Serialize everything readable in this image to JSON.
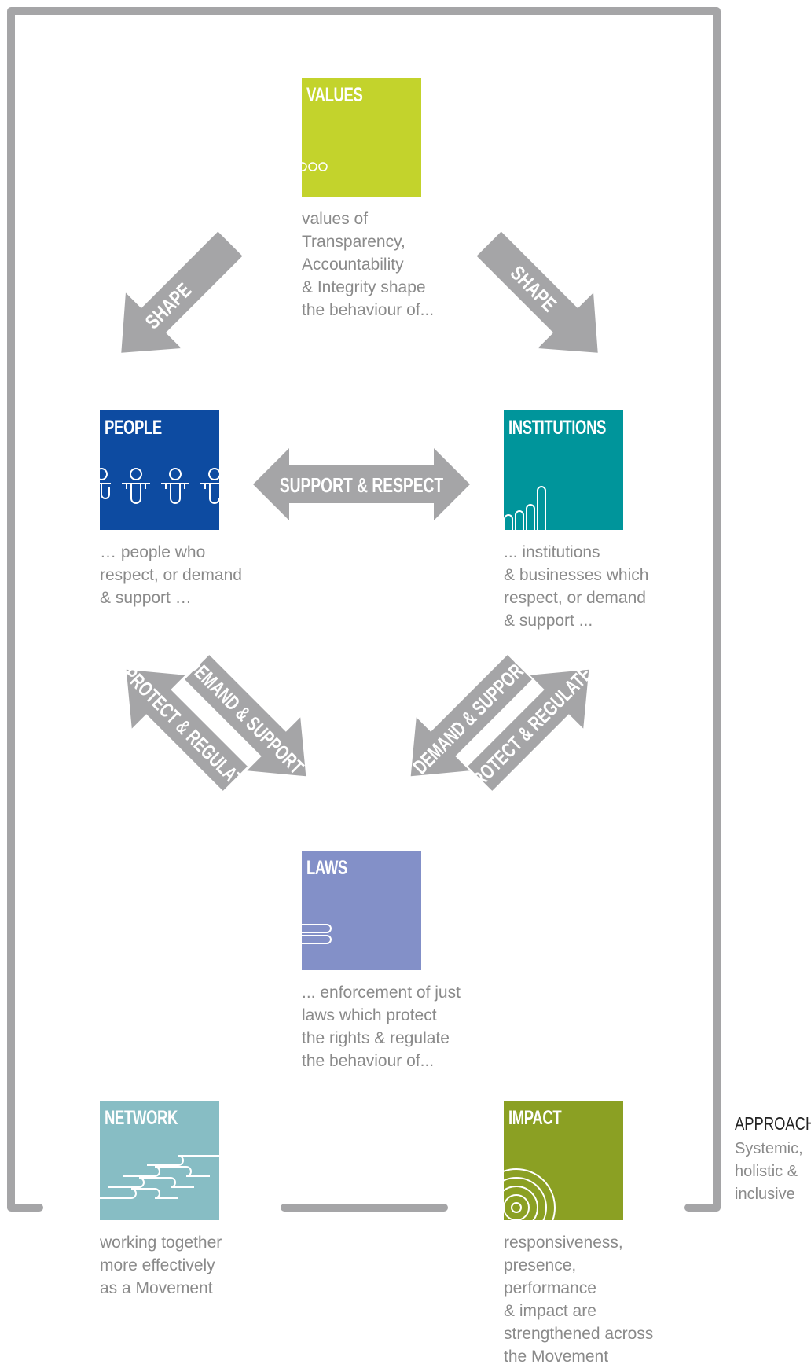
{
  "nodes": {
    "values": {
      "title": "VALUES",
      "color": "#c3d32c",
      "text": "values of\nTransparency,\nAccountability\n& Integrity shape\nthe behaviour of..."
    },
    "people": {
      "title": "PEOPLE",
      "color": "#0d4ba1",
      "text": "… people who\nrespect, or demand\n& support …"
    },
    "institutions": {
      "title": "INSTITUTIONS",
      "color": "#00959b",
      "text": "... institutions\n& businesses which\nrespect, or demand\n& support ..."
    },
    "laws": {
      "title": "LAWS",
      "color": "#8390c8",
      "text": "... enforcement of just\nlaws which protect\nthe rights & regulate\nthe behaviour of..."
    },
    "network": {
      "title": "NETWORK",
      "color": "#87bdc4",
      "text": "working together\nmore effectively\nas a Movement"
    },
    "impact": {
      "title": "IMPACT",
      "color": "#8ba023",
      "text": "responsiveness,\npresence,\nperformance\n& impact are\nstrengthened across\nthe Movement"
    }
  },
  "arrows": {
    "shape_left": "SHAPE",
    "shape_right": "SHAPE",
    "support_respect": "SUPPORT & RESPECT",
    "left_protect_regulate": "PROTECT & REGULATE",
    "left_demand_support": "DEMAND & SUPPORT",
    "right_demand_support": "DEMAND & SUPPORT",
    "right_protect_regulate": "PROTECT & REGULATE"
  },
  "approach": {
    "title": "APPROACH",
    "text": "Systemic,\nholistic &\ninclusive"
  },
  "colors": {
    "arrow": "#a5a5a7",
    "frame": "#a5a5a7",
    "text": "#8a8a8a"
  }
}
